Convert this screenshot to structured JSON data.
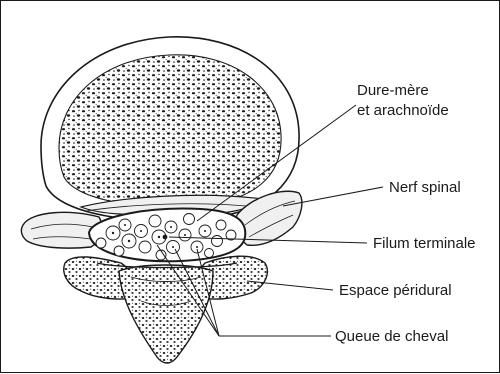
{
  "labels": {
    "dure_mere_line1": "Dure-mère",
    "dure_mere_line2": "et arachnoïde",
    "nerf_spinal": "Nerf spinal",
    "filum_terminale": "Filum terminale",
    "espace_peridural": "Espace péridural",
    "queue_de_cheval": "Queue de cheval"
  },
  "colors": {
    "ink": "#1a1a1a",
    "paper": "#ffffff",
    "fill_light": "#f0f0f0"
  }
}
